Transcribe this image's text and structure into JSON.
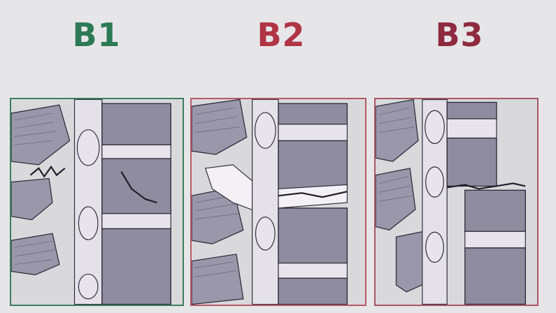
{
  "figure": {
    "panels": [
      {
        "label": "B1",
        "color": "#2c7a56"
      },
      {
        "label": "B2",
        "color": "#b03545"
      },
      {
        "label": "B3",
        "color": "#8e2a3f"
      }
    ]
  }
}
